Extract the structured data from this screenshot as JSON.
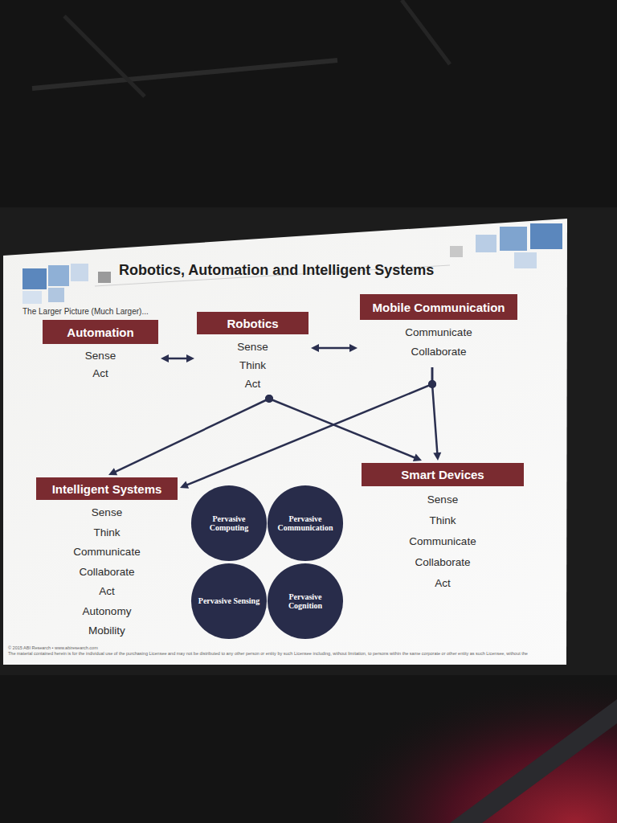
{
  "diagram": {
    "title": "Robotics, Automation and Intelligent Systems",
    "nodes": [
      {
        "text": [
          "Automation",
          "Sense",
          "Act"
        ]
      },
      {
        "text": [
          "Robotics",
          "Sense",
          "Think",
          "Act"
        ]
      },
      {
        "text": [
          "Mobile Communication",
          "Communicate",
          "Collaborate"
        ]
      },
      {
        "text": [
          "Intelligent Systems",
          "Sense",
          "Think",
          "Communicate",
          "Collaborate",
          "Act",
          "Autonomy",
          "Mobility"
        ]
      },
      {
        "text": [
          "Smart Devices",
          "Sense",
          "Think",
          "Communicate",
          "Collaborate",
          "Act"
        ]
      },
      {
        "text": [
          "Pervasive Computing"
        ]
      },
      {
        "text": [
          "Pervasive Communication"
        ]
      },
      {
        "text": [
          "Pervasive Sensing"
        ]
      },
      {
        "text": [
          "Pervasive Cognition"
        ]
      }
    ],
    "edges": [
      {
        "from": 0,
        "to": 1,
        "arrow": "both"
      },
      {
        "from": 1,
        "to": 2,
        "arrow": "both"
      },
      {
        "from": 1,
        "to": 3,
        "arrow": "to"
      },
      {
        "from": 1,
        "to": 4,
        "arrow": "to"
      },
      {
        "from": 2,
        "to": 3,
        "arrow": "to"
      },
      {
        "from": 2,
        "to": 4,
        "arrow": "to"
      }
    ],
    "labels": [
      "The Larger Picture (Much Larger)...",
      "© 2015 ABI Research • www.abiresearch.com",
      "The material contained herein is for the individual use of the purchasing Licensee and may not be distributed to any other person or entity by such Licensee including, without limitation, to persons within the same corporate or other entity as such Licensee, without the"
    ]
  }
}
